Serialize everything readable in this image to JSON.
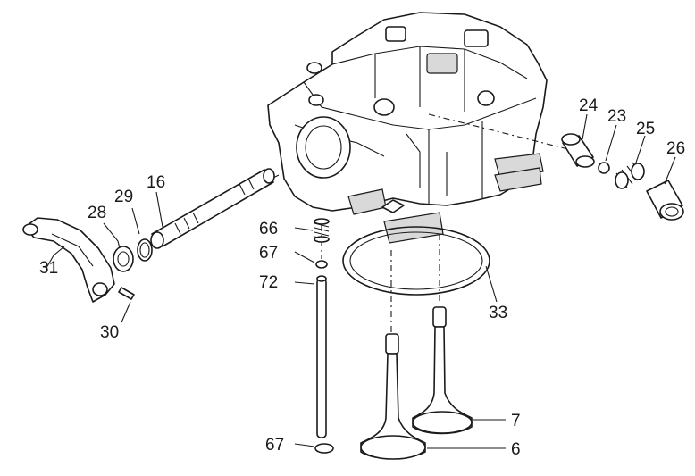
{
  "labels": {
    "31": "31",
    "28": "28",
    "29": "29",
    "16": "16",
    "30": "30",
    "66": "66",
    "67a": "67",
    "72": "72",
    "67b": "67",
    "33": "33",
    "7": "7",
    "6": "6",
    "24": "24",
    "23": "23",
    "25": "25",
    "26": "26"
  }
}
